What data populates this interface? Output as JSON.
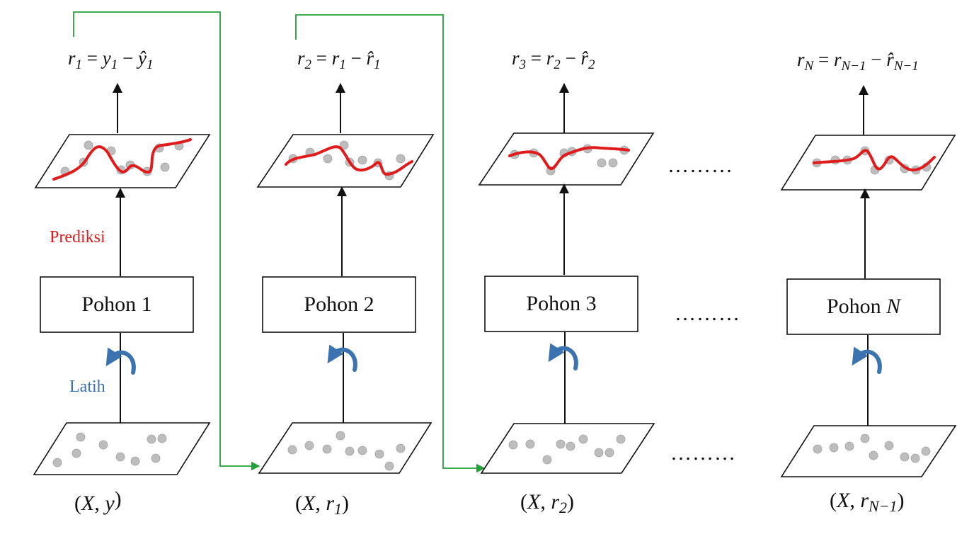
{
  "colors": {
    "prediction": "#e01b1b",
    "train": "#3a73b0",
    "residual_link": "#22a13a",
    "line": "#111111",
    "point": "#bdbdbd"
  },
  "labels": {
    "prediction": "Prediksi",
    "train": "Latih",
    "ellipsis": "………"
  },
  "stages": [
    {
      "tree": {
        "prefix": "Pohon ",
        "index": "1"
      },
      "data_pair": {
        "x": "X",
        "target": "y",
        "target_sub": ""
      },
      "formula": {
        "lhs": "r",
        "lhs_sub": "1",
        "a": "y",
        "a_sub": "1",
        "b": "ŷ",
        "b_sub": "1"
      }
    },
    {
      "tree": {
        "prefix": "Pohon ",
        "index": "2"
      },
      "data_pair": {
        "x": "X",
        "target": "r",
        "target_sub": "1"
      },
      "formula": {
        "lhs": "r",
        "lhs_sub": "2",
        "a": "r",
        "a_sub": "1",
        "b": "r̂",
        "b_sub": "1"
      }
    },
    {
      "tree": {
        "prefix": "Pohon ",
        "index": "3"
      },
      "data_pair": {
        "x": "X",
        "target": "r",
        "target_sub": "2"
      },
      "formula": {
        "lhs": "r",
        "lhs_sub": "3",
        "a": "r",
        "a_sub": "2",
        "b": "r̂",
        "b_sub": "2"
      }
    },
    {
      "tree": {
        "prefix": "Pohon ",
        "index": "N"
      },
      "data_pair": {
        "x": "X",
        "target": "r",
        "target_sub": "N−1"
      },
      "formula": {
        "lhs": "r",
        "lhs_sub": "N",
        "a": "r",
        "a_sub": "N−1",
        "b": "r̂",
        "b_sub": "N−1"
      }
    }
  ]
}
